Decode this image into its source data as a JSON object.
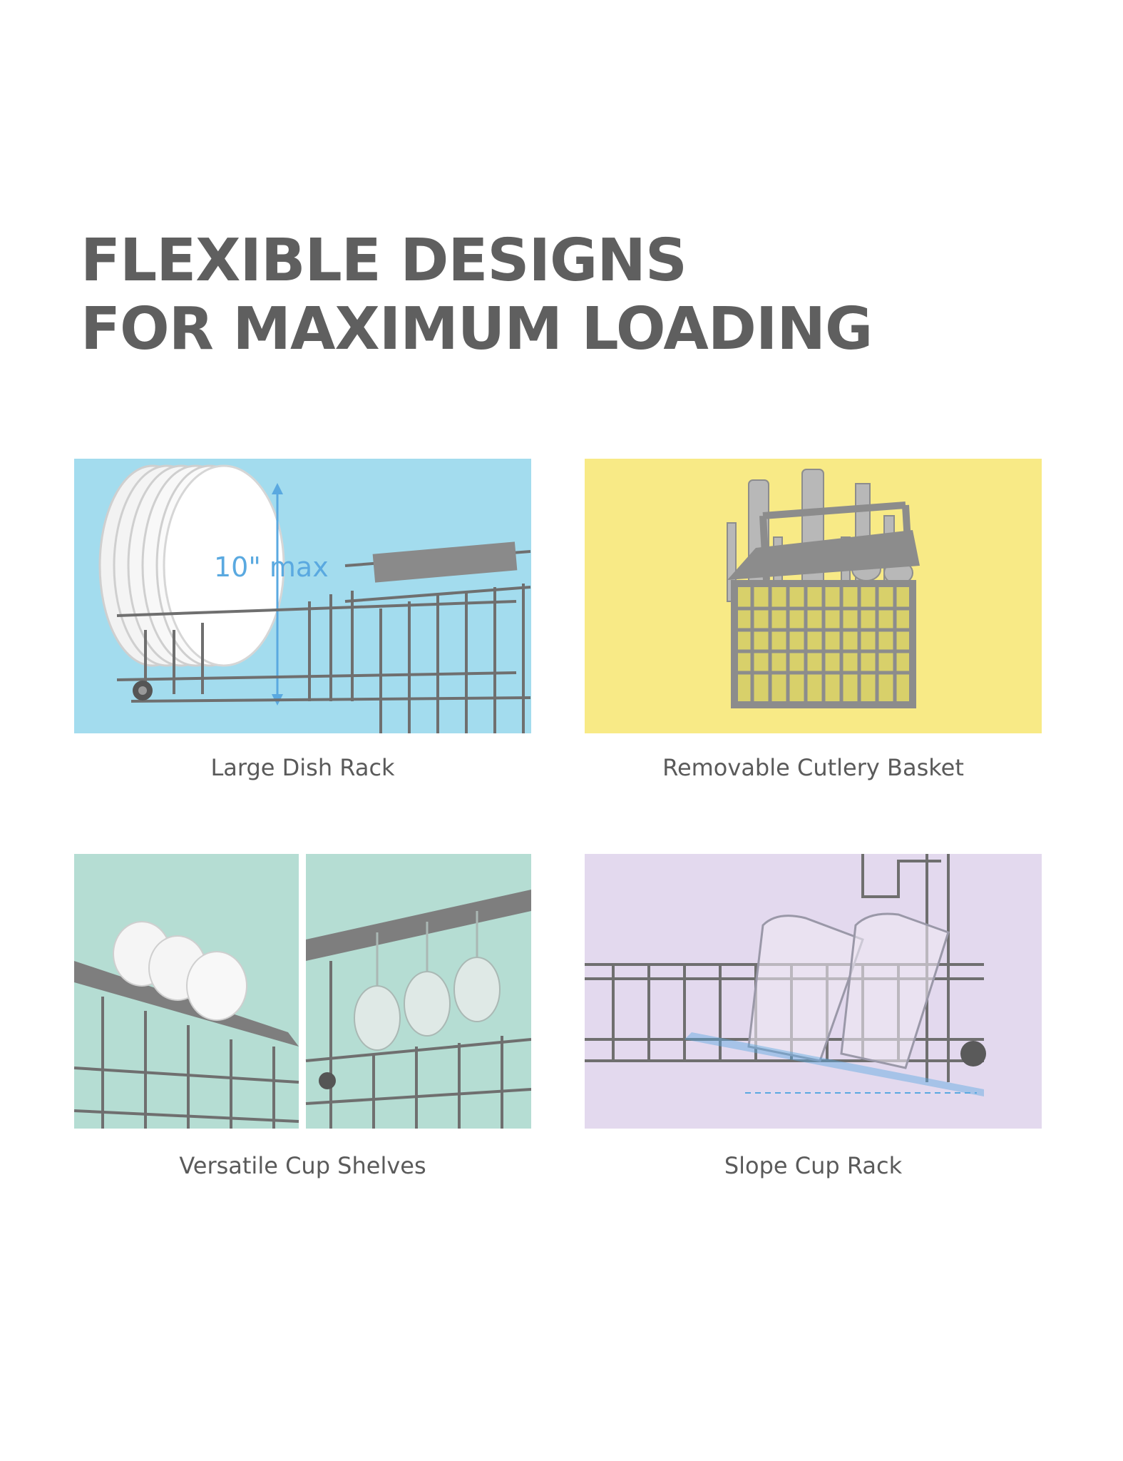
{
  "headline": {
    "line1": "FLEXIBLE DESIGNS",
    "line2": "FOR MAXIMUM LOADING"
  },
  "features": [
    {
      "caption": "Large Dish Rack",
      "badge": "10\" max",
      "background": "#a3dcee"
    },
    {
      "caption": "Removable Cutlery Basket",
      "background": "#f8ea86"
    },
    {
      "caption": "Versatile Cup Shelves",
      "background": "#b5ddd3"
    },
    {
      "caption": "Slope Cup Rack",
      "background": "#e3d9ee"
    }
  ],
  "colors": {
    "headline": "#5f5f5f",
    "caption": "#5a5a5a",
    "rack": "#6f6f6f",
    "accent_blue": "#5aa9e0"
  }
}
